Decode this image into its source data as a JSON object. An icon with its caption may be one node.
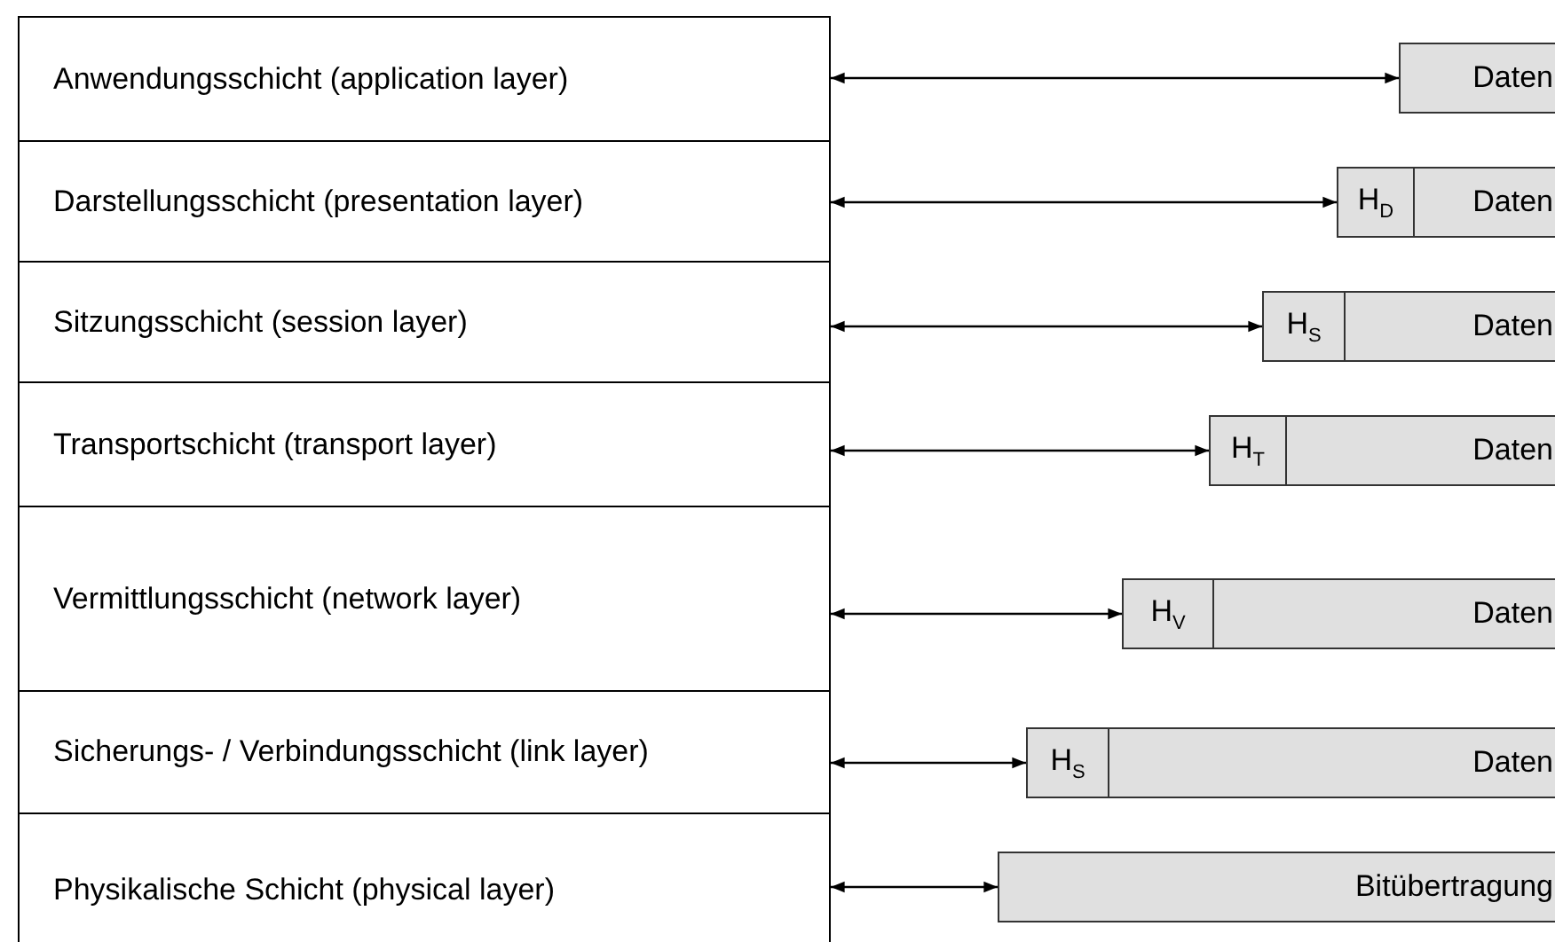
{
  "diagram": {
    "nodes": [
      {
        "text": [
          "Anwendungsschicht (application layer)"
        ]
      },
      {
        "text": [
          "Darstellungsschicht (presentation layer)"
        ]
      },
      {
        "text": [
          "Sitzungsschicht (session layer)"
        ]
      },
      {
        "text": [
          "Transportschicht (transport layer)"
        ]
      },
      {
        "text": [
          "Vermittlungsschicht (network layer)"
        ]
      },
      {
        "text": [
          "Sicherungs- / Verbindungsschicht (link layer)"
        ]
      },
      {
        "text": [
          "Physikalische Schicht (physical layer)"
        ]
      },
      {
        "text": [
          "Daten"
        ]
      },
      {
        "text": [
          "H$_{D}$",
          "Daten"
        ]
      },
      {
        "text": [
          "H$_{S}$",
          "Daten"
        ]
      },
      {
        "text": [
          "H$_{T}$",
          "Daten"
        ]
      },
      {
        "text": [
          "H$_{V}$",
          "Daten"
        ]
      },
      {
        "text": [
          "H$_{S}$",
          "Daten"
        ]
      },
      {
        "text": [
          "Bitübertragung"
        ]
      }
    ],
    "edges": [
      {
        "from": 0,
        "to": 7,
        "arrow": "both"
      },
      {
        "from": 1,
        "to": 8,
        "arrow": "both"
      },
      {
        "from": 2,
        "to": 9,
        "arrow": "both"
      },
      {
        "from": 3,
        "to": 10,
        "arrow": "both"
      },
      {
        "from": 4,
        "to": 11,
        "arrow": "both"
      },
      {
        "from": 5,
        "to": 12,
        "arrow": "both"
      },
      {
        "from": 6,
        "to": 13,
        "arrow": "both"
      }
    ]
  }
}
